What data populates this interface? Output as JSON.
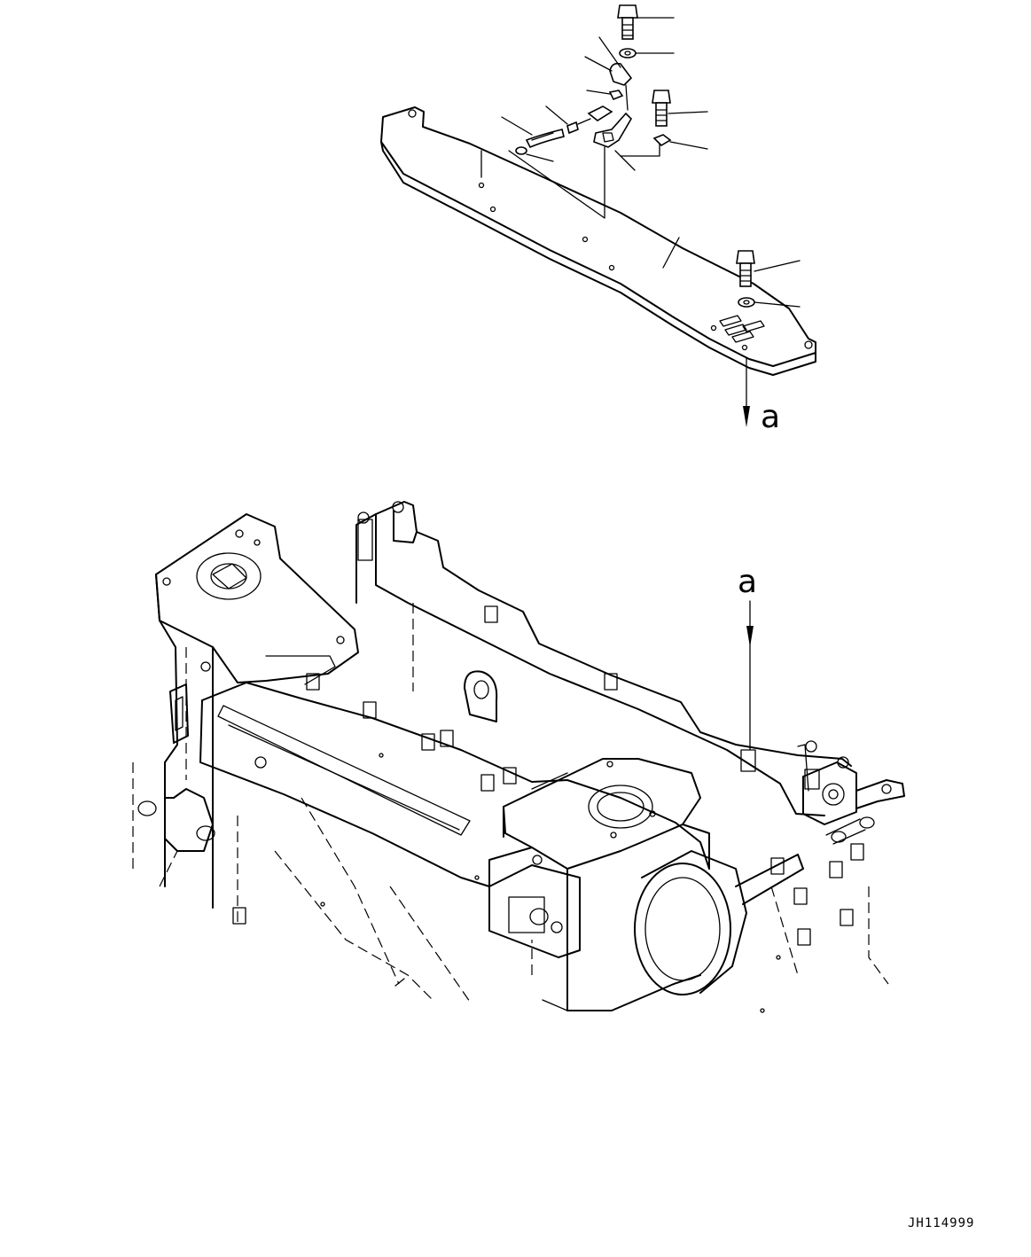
{
  "diagram": {
    "detail_label_top": "a",
    "detail_label_bottom": "a",
    "drawing_code": "JH114999"
  }
}
